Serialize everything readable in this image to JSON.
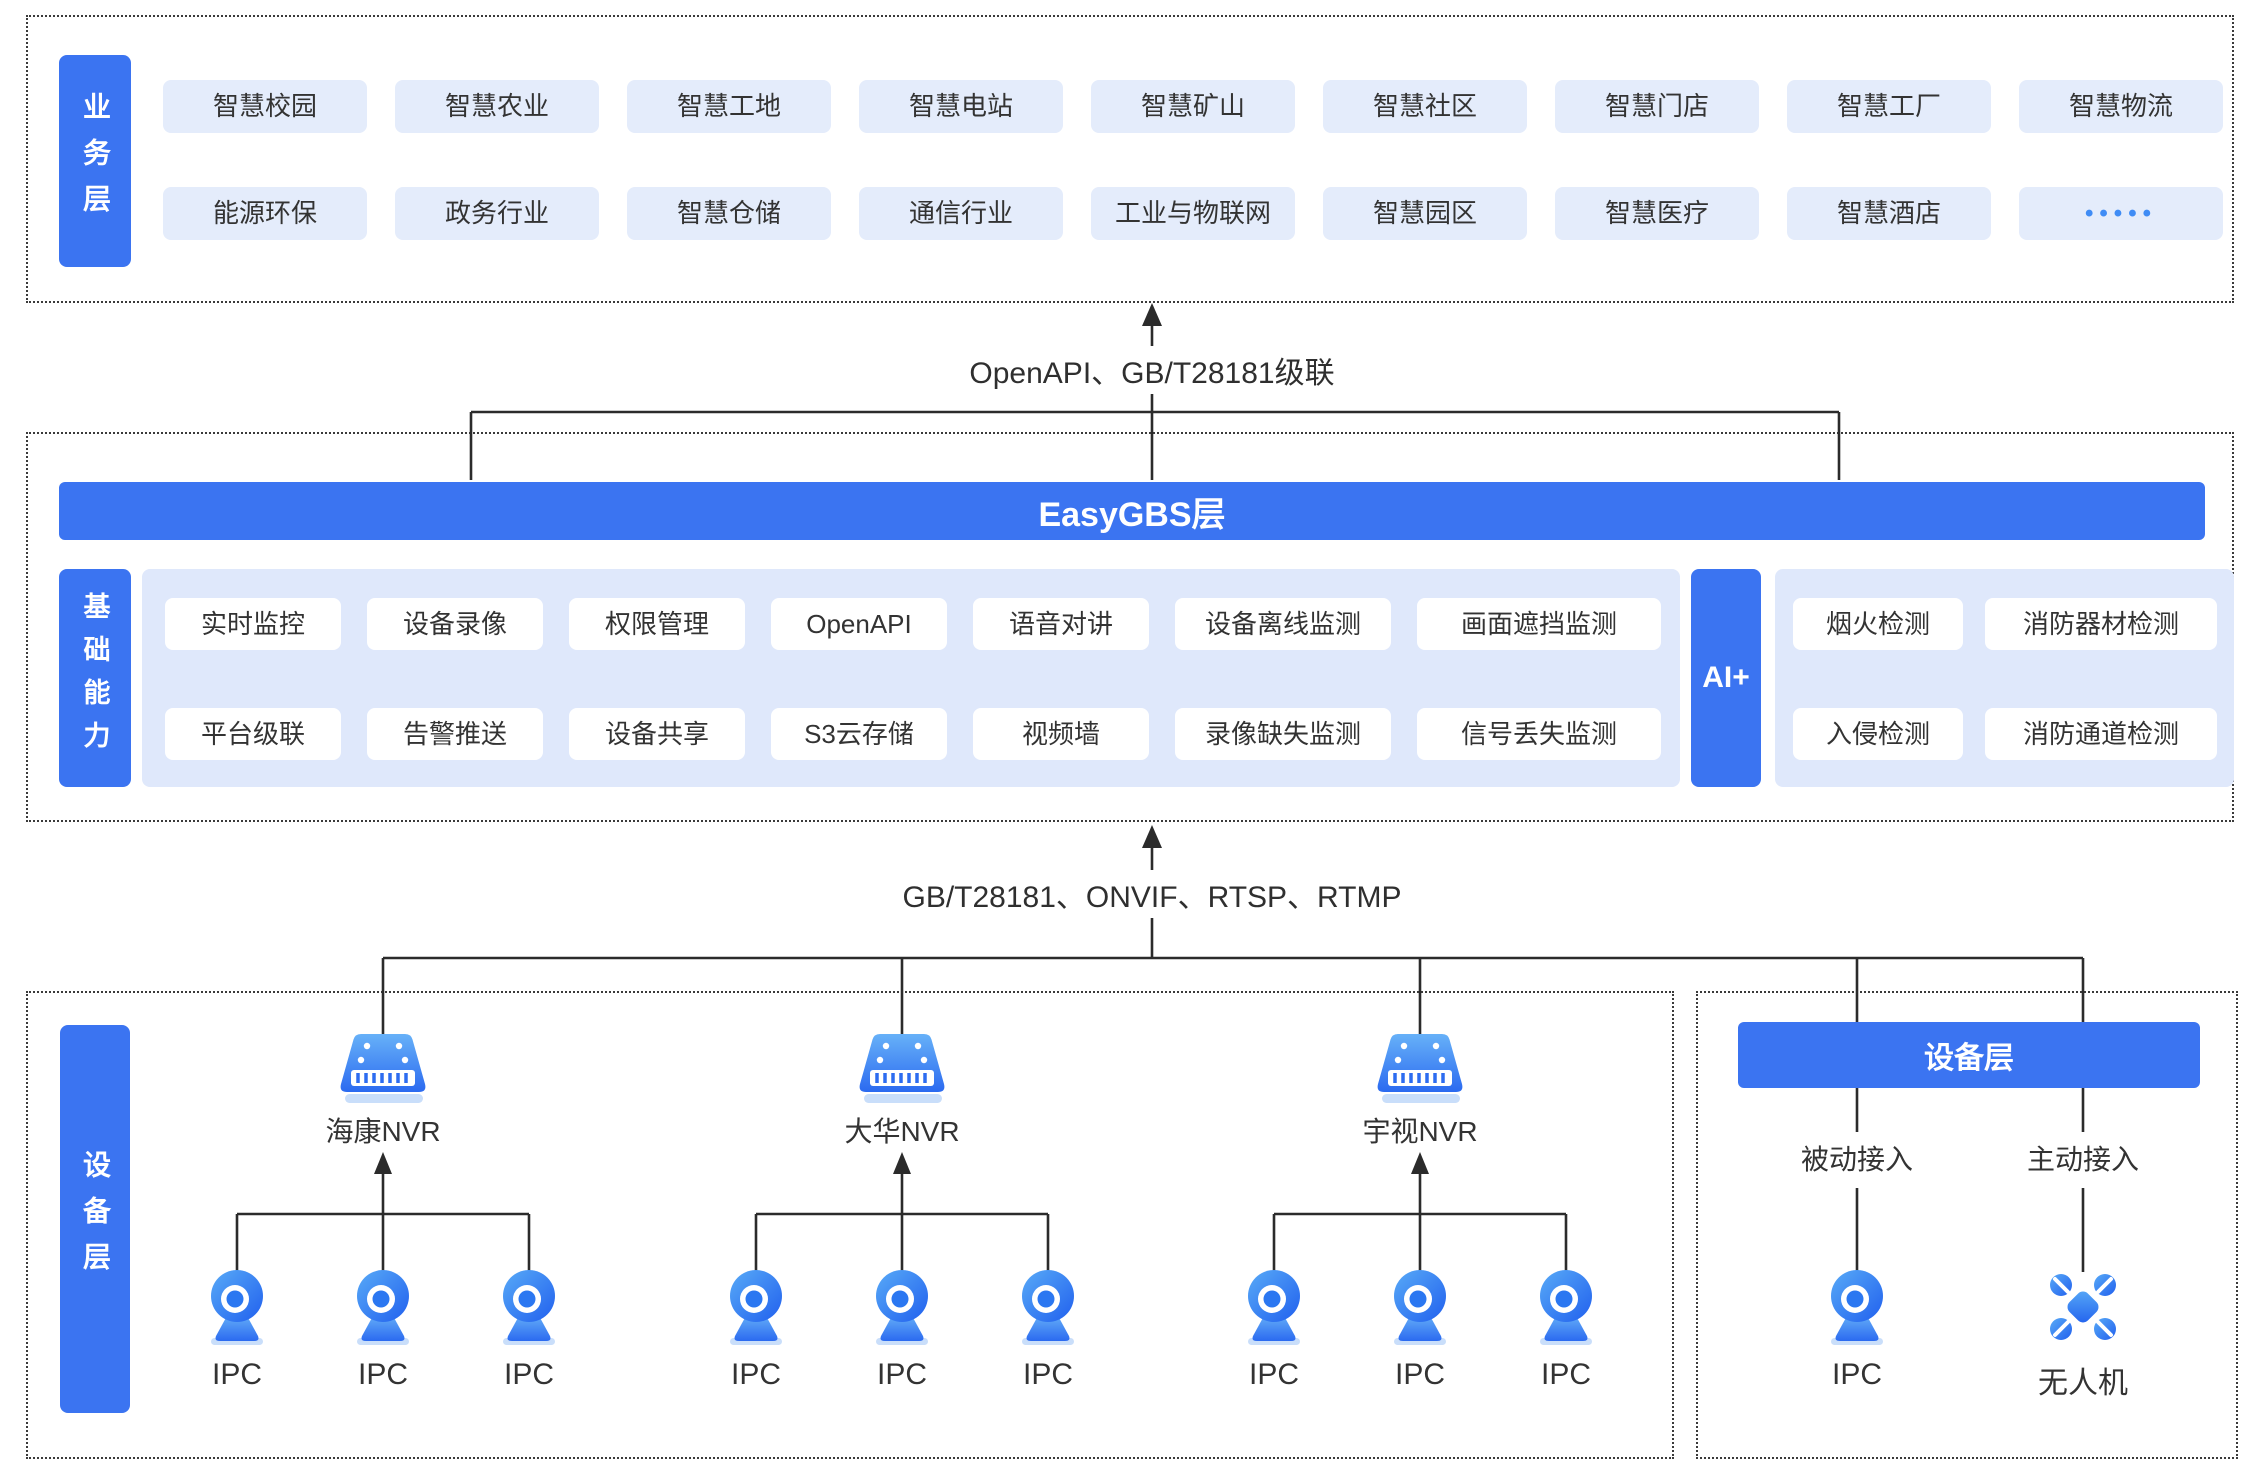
{
  "colors": {
    "primary_blue": "#3b74f1",
    "chip_bg": "#e4ecfb",
    "panel_bg": "#dfe8fb",
    "line": "#2b2b2b",
    "text": "#333333",
    "icon_gradient_start": "#63aef8",
    "icon_gradient_end": "#2b6af0"
  },
  "business_layer": {
    "label": "业务层",
    "row1": [
      "智慧校园",
      "智慧农业",
      "智慧工地",
      "智慧电站",
      "智慧矿山",
      "智慧社区",
      "智慧门店",
      "智慧工厂",
      "智慧物流"
    ],
    "row2": [
      "能源环保",
      "政务行业",
      "智慧仓储",
      "通信行业",
      "工业与物联网",
      "智慧园区",
      "智慧医疗",
      "智慧酒店",
      "•••••"
    ]
  },
  "link_top": {
    "label": "OpenAPI、GB/T28181级联"
  },
  "easygbs_layer": {
    "banner": "EasyGBS层",
    "capability_label": "基础能力",
    "capabilities_row1": [
      "实时监控",
      "设备录像",
      "权限管理",
      "OpenAPI",
      "语音对讲",
      "设备离线监测",
      "画面遮挡监测"
    ],
    "capabilities_row2": [
      "平台级联",
      "告警推送",
      "设备共享",
      "S3云存储",
      "视频墙",
      "录像缺失监测",
      "信号丢失监测"
    ],
    "ai_label": "AI+",
    "ai_row1": [
      "烟火检测",
      "消防器材检测"
    ],
    "ai_row2": [
      "入侵检测",
      "消防通道检测"
    ]
  },
  "link_bottom": {
    "label": "GB/T28181、ONVIF、RTSP、RTMP"
  },
  "device_layer_left": {
    "label": "设备层",
    "groups": [
      {
        "nvr": "海康NVR",
        "cameras": [
          "IPC",
          "IPC",
          "IPC"
        ]
      },
      {
        "nvr": "大华NVR",
        "cameras": [
          "IPC",
          "IPC",
          "IPC"
        ]
      },
      {
        "nvr": "宇视NVR",
        "cameras": [
          "IPC",
          "IPC",
          "IPC"
        ]
      }
    ]
  },
  "device_layer_right": {
    "banner": "设备层",
    "passive_label": "被动接入",
    "active_label": "主动接入",
    "passive_device": "IPC",
    "active_device": "无人机"
  },
  "icons": {
    "nvr": "nvr-recorder-icon",
    "ipc": "camera-icon",
    "drone": "drone-icon"
  }
}
